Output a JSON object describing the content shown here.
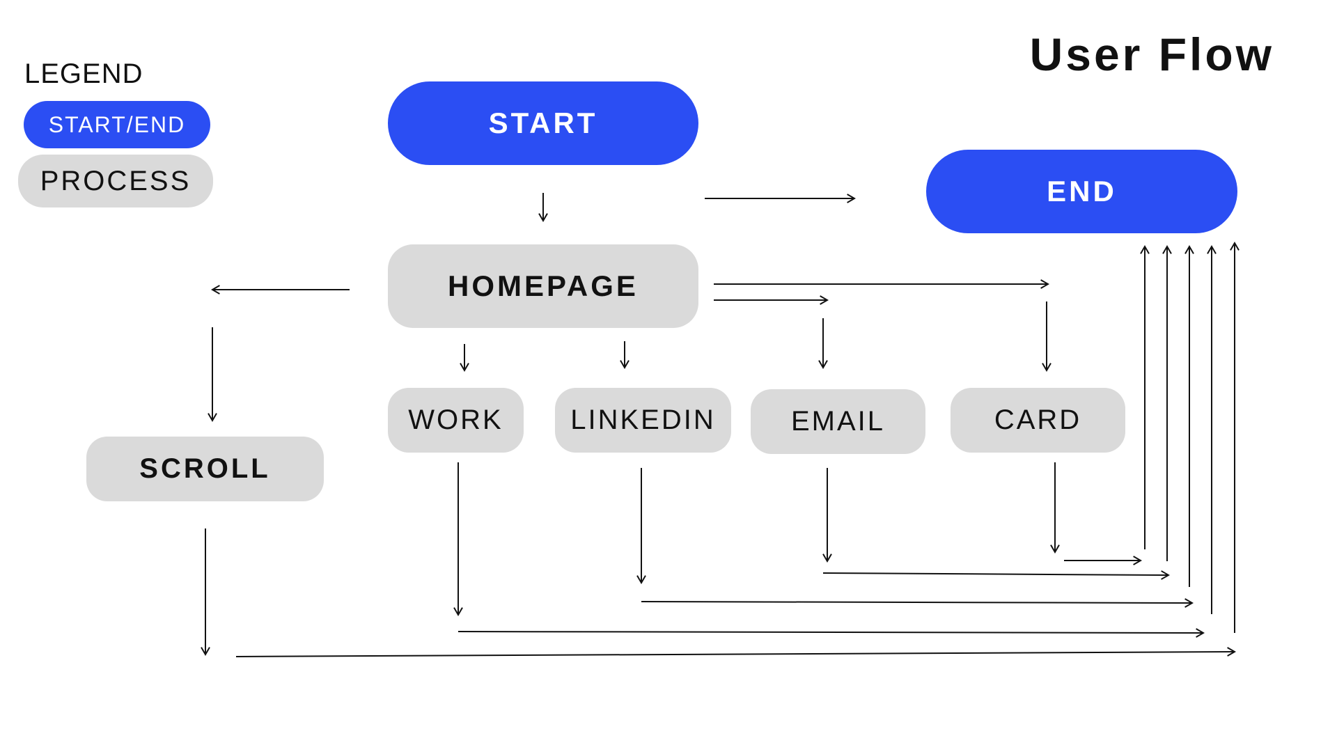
{
  "title": "User Flow",
  "legend": {
    "title": "LEGEND",
    "start_end_label": "START/END",
    "process_label": "PROCESS"
  },
  "nodes": {
    "start": "START",
    "end": "END",
    "homepage": "HOMEPAGE",
    "work": "WORK",
    "linkedin": "LINKEDIN",
    "email": "EMAIL",
    "card": "CARD",
    "scroll": "SCROLL"
  },
  "colors": {
    "start_end_fill": "#2b4ef3",
    "process_fill": "#dadada",
    "arrow": "#111111",
    "text": "#111111"
  }
}
